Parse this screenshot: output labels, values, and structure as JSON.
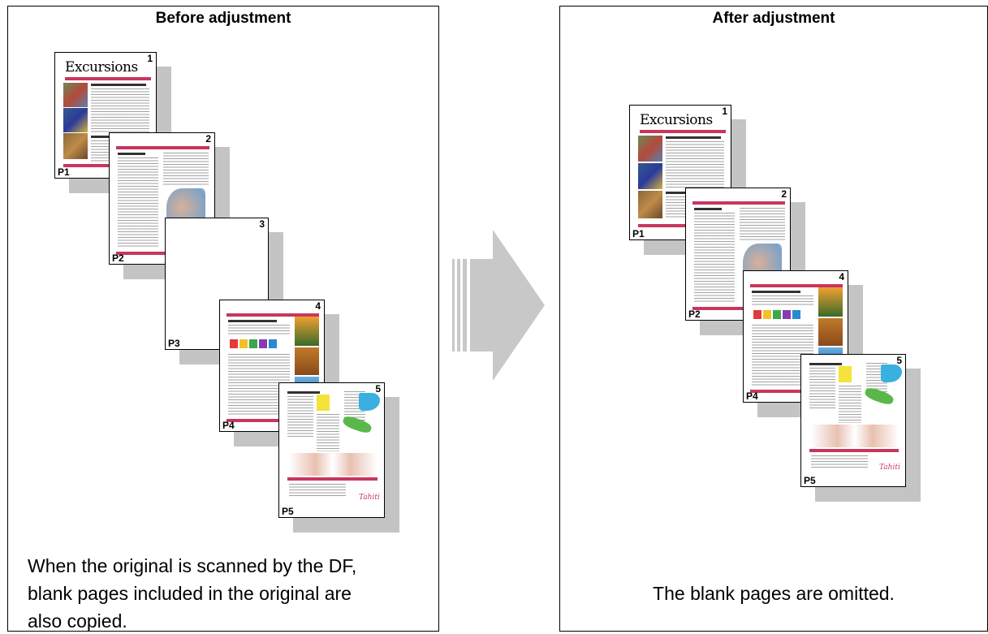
{
  "left_panel": {
    "title": "Before adjustment",
    "caption_lines": [
      "When the original is scanned by the DF,",
      "blank pages included in the original are",
      "also copied."
    ],
    "pages": [
      {
        "number": "1",
        "label": "P1"
      },
      {
        "number": "2",
        "label": "P2"
      },
      {
        "number": "3",
        "label": "P3"
      },
      {
        "number": "4",
        "label": "P4"
      },
      {
        "number": "5",
        "label": "P5"
      }
    ]
  },
  "right_panel": {
    "title": "After adjustment",
    "caption": "The blank pages are omitted.",
    "pages": [
      {
        "number": "1",
        "label": "P1"
      },
      {
        "number": "2",
        "label": "P2"
      },
      {
        "number": "4",
        "label": "P4"
      },
      {
        "number": "5",
        "label": "P5"
      }
    ]
  },
  "page_content": {
    "masthead": "Excursions"
  },
  "colors": {
    "accent": "#c8365e",
    "shadow": "#c4c4c4",
    "arrow": "#c8c8c8"
  }
}
